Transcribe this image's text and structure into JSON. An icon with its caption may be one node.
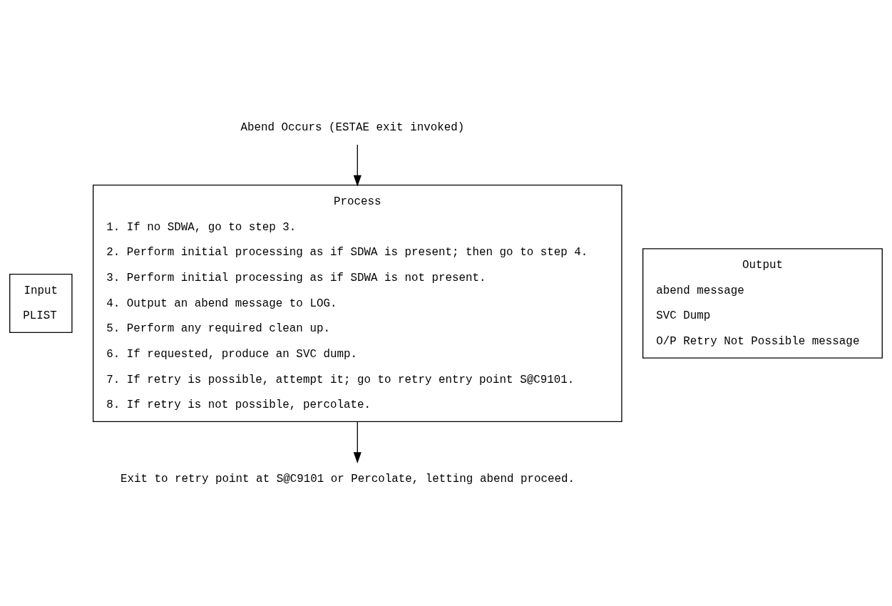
{
  "diagram": {
    "nodes": [
      {
        "text": [
          "Abend Occurs (ESTAE exit invoked)"
        ]
      },
      {
        "text": [
          "Input",
          "PLIST"
        ]
      },
      {
        "text": [
          "Process",
          "1. If no SDWA, go to step 3.",
          "2. Perform initial processing as if SDWA is present; then go to step 4.",
          "3. Perform initial processing as if SDWA is not present.",
          "4. Output an abend message to LOG.",
          "5. Perform any required clean up.",
          "6. If requested, produce an SVC dump.",
          "7. If retry is possible, attempt it; go to retry entry point S@C9101.",
          "8. If retry is not possible, percolate."
        ]
      },
      {
        "text": [
          "Output",
          "abend message",
          "SVC Dump",
          "O/P Retry Not Possible message"
        ]
      },
      {
        "text": [
          "Exit to retry point at S@C9101 or Percolate, letting abend proceed."
        ]
      }
    ],
    "edges": [
      {
        "from": 0,
        "to": 2,
        "arrow": "to"
      },
      {
        "from": 2,
        "to": 4,
        "arrow": "to"
      }
    ]
  }
}
